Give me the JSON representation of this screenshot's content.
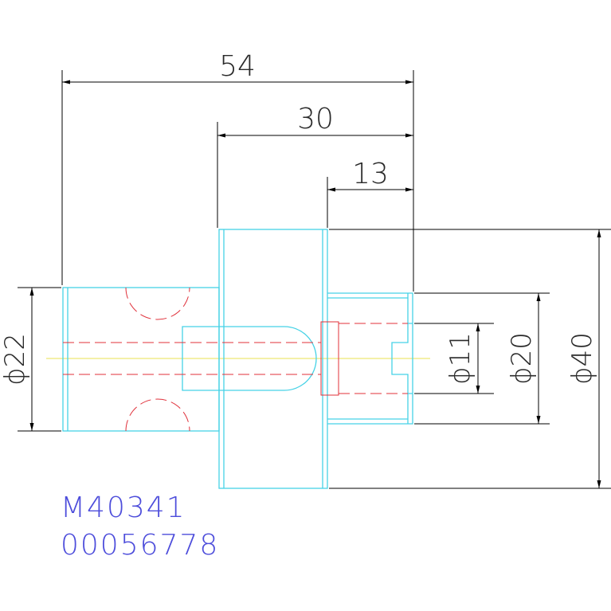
{
  "colors": {
    "outline": "#46d2e6",
    "hidden": "#e0303a",
    "center": "#e8e050",
    "dimension": "#000000",
    "caption": "#4d4ddb"
  },
  "dimensions": {
    "overall_length": "54",
    "mid_length": "30",
    "short_length": "13",
    "dia_left": "ϕ22",
    "dia_bore": "ϕ11",
    "dia_right": "ϕ20",
    "dia_flange": "ϕ40"
  },
  "caption": {
    "part_number": "M40341",
    "drawing_number": "00056778"
  }
}
